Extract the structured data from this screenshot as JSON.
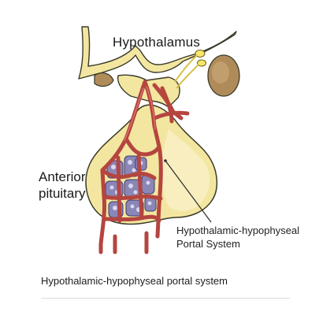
{
  "diagram": {
    "labels": {
      "hypothalamus": "Hypothalamus",
      "anterior_pituitary_line1": "Anterior",
      "anterior_pituitary_line2": "pituitary",
      "portal_line1": "Hypothalamic-hypophyseal",
      "portal_line2": "Portal System"
    },
    "colors": {
      "tissue_yellow": "#f3e6a0",
      "tissue_outline": "#3a3a2a",
      "vessel_red": "#b5453f",
      "cell_purple": "#8a86b8",
      "posterior_brown": "#b08b5a"
    }
  },
  "caption": "Hypothalamic-hypophyseal portal system"
}
